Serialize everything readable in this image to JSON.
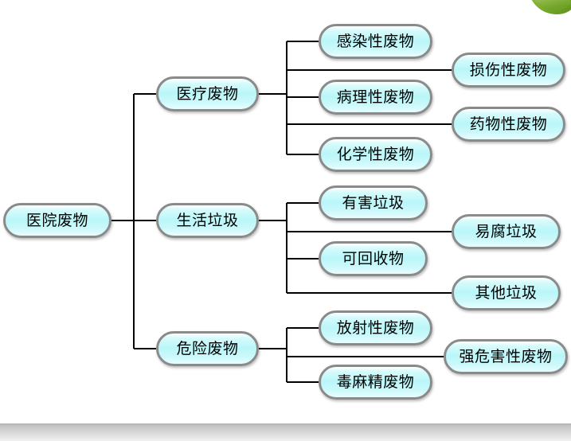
{
  "diagram": {
    "title_node": "医院废物",
    "type": "hierarchy-tree",
    "decorations": {
      "corner_graphic": "green-leaf-bowl-graphic",
      "footer": "gray-gradient-bar"
    },
    "colors": {
      "node_fill_light": "#eafdfd",
      "node_fill_mid": "#b9f6f9",
      "node_border": "#8a8a8a",
      "connector": "#000000",
      "text": "#000000",
      "decor_green": "#7fae33",
      "footer_gray": "#c9c9c9"
    },
    "root": {
      "label": "医院废物"
    },
    "branches": [
      {
        "label": "医疗废物",
        "children": [
          {
            "label": "感染性废物",
            "column": "near"
          },
          {
            "label": "损伤性废物",
            "column": "far"
          },
          {
            "label": "病理性废物",
            "column": "near"
          },
          {
            "label": "药物性废物",
            "column": "far"
          },
          {
            "label": "化学性废物",
            "column": "near"
          }
        ]
      },
      {
        "label": "生活垃圾",
        "children": [
          {
            "label": "有害垃圾",
            "column": "near"
          },
          {
            "label": "易腐垃圾",
            "column": "far"
          },
          {
            "label": "可回收物",
            "column": "near"
          },
          {
            "label": "其他垃圾",
            "column": "far"
          }
        ]
      },
      {
        "label": "危险废物",
        "children": [
          {
            "label": "放射性废物",
            "column": "near"
          },
          {
            "label": "强危害性废物",
            "column": "far"
          },
          {
            "label": "毒麻精废物",
            "column": "near"
          }
        ]
      }
    ]
  }
}
